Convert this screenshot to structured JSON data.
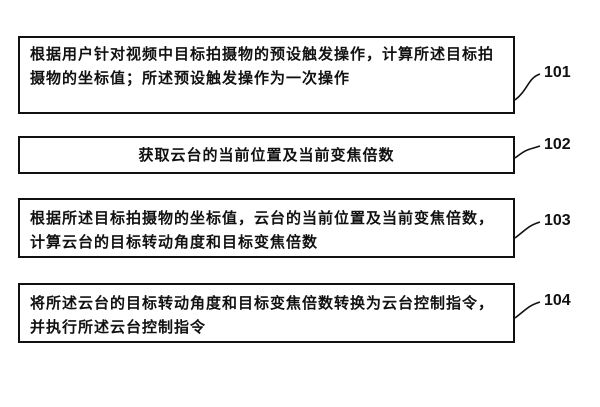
{
  "steps": [
    {
      "id": "101",
      "text": "根据用户针对视频中目标拍摄物的预设触发操作，计算所述目标拍摄物的坐标值；所述预设触发操作为一次操作"
    },
    {
      "id": "102",
      "text": "获取云台的当前位置及当前变焦倍数"
    },
    {
      "id": "103",
      "text": "根据所述目标拍摄物的坐标值，云台的当前位置及当前变焦倍数，计算云台的目标转动角度和目标变焦倍数"
    },
    {
      "id": "104",
      "text": "将所述云台的目标转动角度和目标变焦倍数转换为云台控制指令，并执行所述云台控制指令"
    }
  ]
}
